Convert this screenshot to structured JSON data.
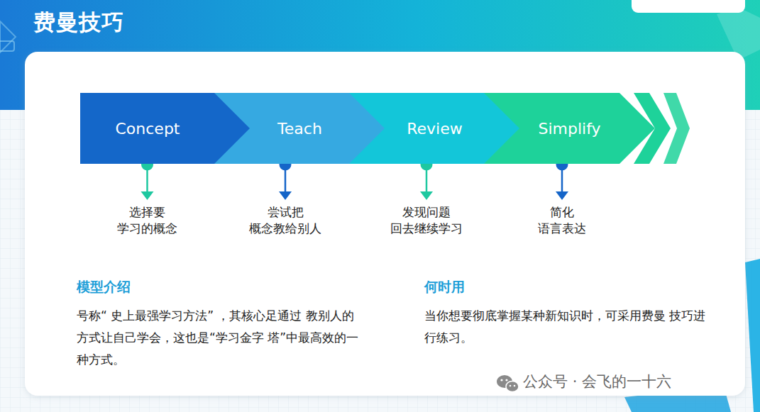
{
  "diagram": {
    "title": "费曼技巧",
    "nodes": [
      {
        "text": [
          "Concept"
        ]
      },
      {
        "text": [
          "Teach"
        ]
      },
      {
        "text": [
          "Review"
        ]
      },
      {
        "text": [
          "Simplify"
        ]
      },
      {
        "text": [
          "选择要 学习的概念"
        ]
      },
      {
        "text": [
          "尝试把 概念教给别人"
        ]
      },
      {
        "text": [
          "发现问题 回去继续学习"
        ]
      },
      {
        "text": [
          "简化 语言表达"
        ]
      }
    ],
    "edges": [
      {
        "from": 0,
        "to": 4,
        "arrow": "to"
      },
      {
        "from": 1,
        "to": 5,
        "arrow": "to"
      },
      {
        "from": 2,
        "to": 6,
        "arrow": "to"
      },
      {
        "from": 3,
        "to": 7,
        "arrow": "to"
      }
    ],
    "labels": [
      "模型介绍",
      "号称“ 史上最强学习方法” ，其核心足通过 教别人的方式让自己学会，这也是“学习金字 塔”中最高效的一种方式。",
      "何时用",
      "当你想要彻底掌握某种新知识时，可采用费曼 技巧进行练习。",
      "公众号 · 会飞的一十六"
    ]
  }
}
